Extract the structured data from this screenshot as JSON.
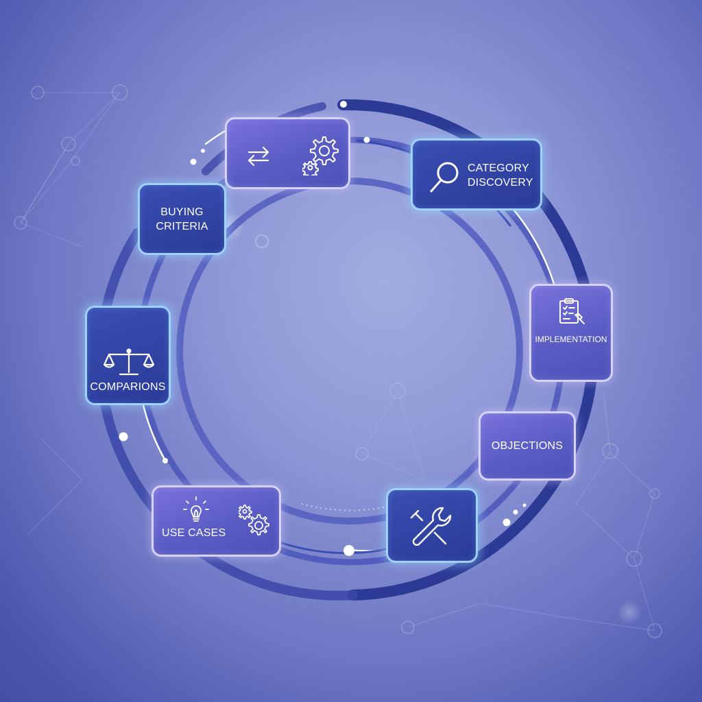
{
  "nodes": {
    "category_discovery": {
      "line1": "CATEGORY",
      "line2": "DISCOVERY",
      "icon": "magnifier-icon"
    },
    "implementation": {
      "label": "IMPLEMENTATION",
      "icon": "clipboard-checklist-icon"
    },
    "objections": {
      "label": "OBJECTIONS"
    },
    "tools": {
      "icon": "wrench-icon"
    },
    "use_cases": {
      "label": "USE CASES",
      "icons": [
        "lightbulb-icon",
        "gears-icon"
      ]
    },
    "comparisons": {
      "label": "COMPARIONS",
      "icon": "balance-scale-icon"
    },
    "buying_criteria": {
      "line1": "BUYING",
      "line2": "CRITERIA"
    },
    "integration": {
      "icons": [
        "swap-arrows-icon",
        "gears-icon"
      ]
    }
  },
  "colors": {
    "dark_node": "#2f42a6",
    "light_node": "#6660cf",
    "ring_dark": "#2c3a96",
    "ring_mid": "#4a55b8",
    "glow": "#9fd3ff"
  }
}
